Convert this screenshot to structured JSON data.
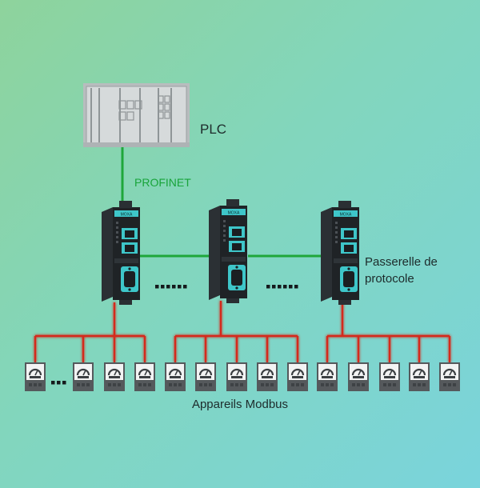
{
  "labels": {
    "plc": "PLC",
    "profinet": "PROFINET",
    "gateway": "Passerelle de protocole",
    "modbus": "Appareils Modbus",
    "gateway_brand": "MOXA",
    "ellipsis_gap": "......",
    "ellipsis_devices": "..."
  },
  "colors": {
    "background_start": "#8ed39c",
    "background_end": "#7ad4dc",
    "profinet_line": "#1fa63a",
    "modbus_line": "#d42b1d",
    "gateway_body": "#1f2326",
    "gateway_accent": "#3ec6c9",
    "device_body": "#55595c",
    "plc_body": "#d6dadb"
  },
  "icons": [
    "plc-rack-icon",
    "gateway-icon",
    "modbus-device-icon"
  ]
}
